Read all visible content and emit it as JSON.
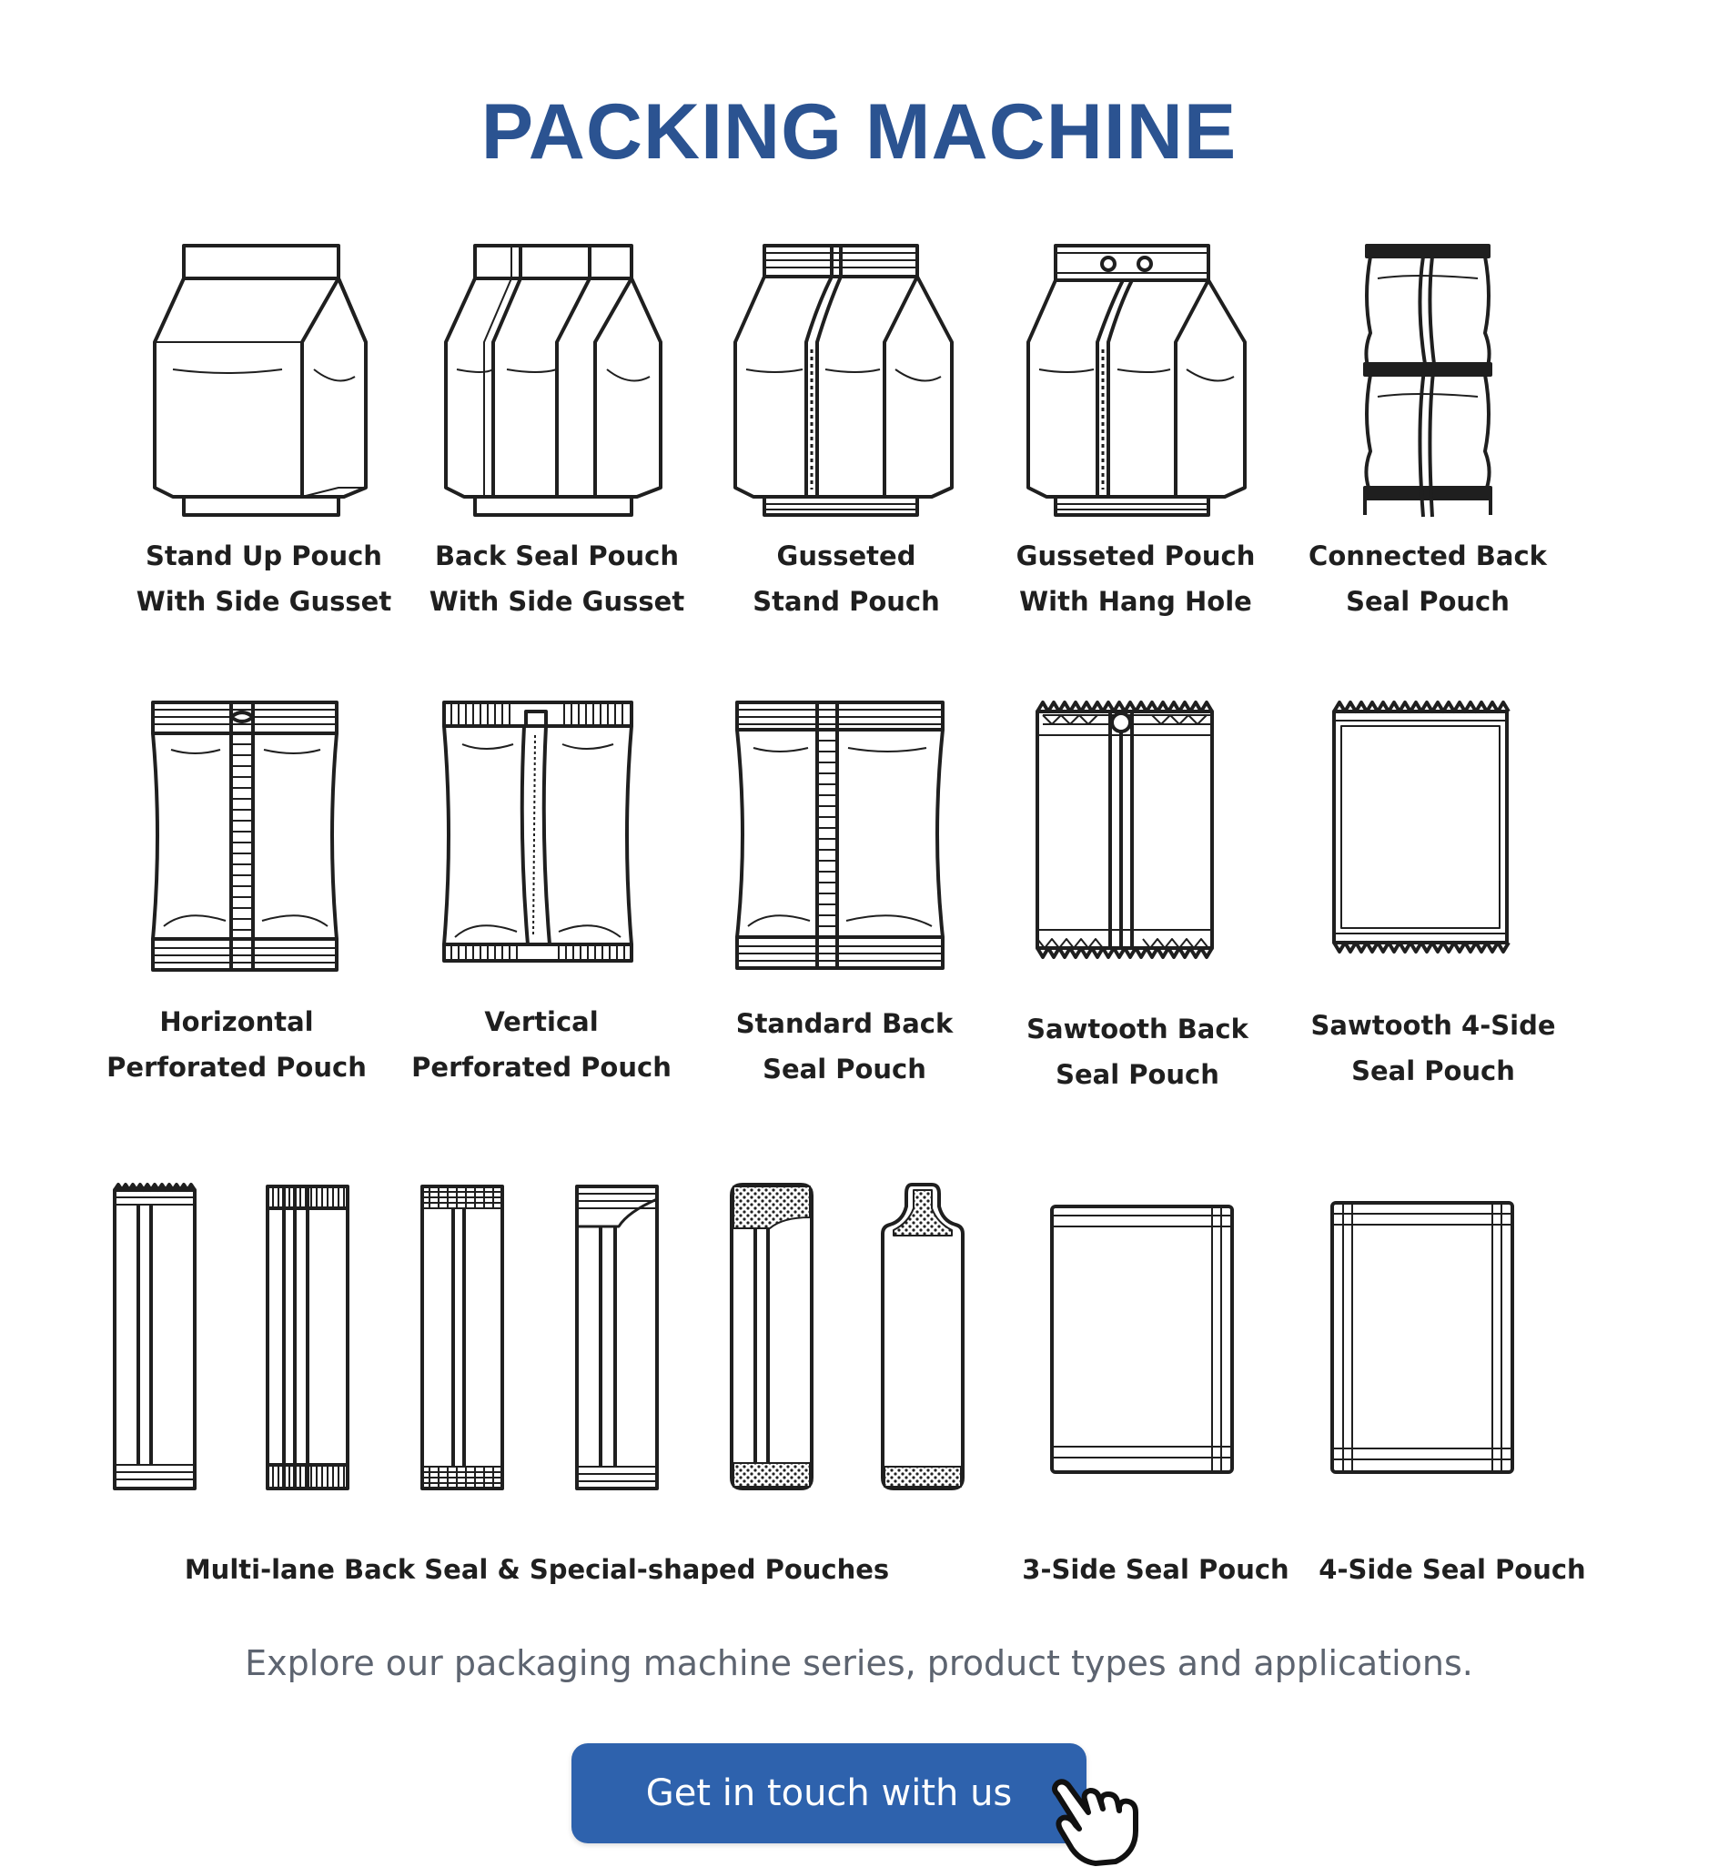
{
  "header": {
    "title": "PACKING MACHINE"
  },
  "row1": [
    {
      "line1": "Stand Up Pouch",
      "line2": "With Side Gusset",
      "icon": "stand-up-pouch-side-gusset-icon"
    },
    {
      "line1": "Back Seal Pouch",
      "line2": "With Side Gusset",
      "icon": "back-seal-pouch-side-gusset-icon"
    },
    {
      "line1": "Gusseted",
      "line2": "Stand Pouch",
      "icon": "gusseted-stand-pouch-icon"
    },
    {
      "line1": "Gusseted Pouch",
      "line2": "With Hang Hole",
      "icon": "gusseted-pouch-hang-hole-icon"
    },
    {
      "line1": "Connected Back",
      "line2": "Seal Pouch",
      "icon": "connected-back-seal-pouch-icon"
    }
  ],
  "row2": [
    {
      "line1": "Horizontal",
      "line2": "Perforated Pouch",
      "icon": "horizontal-perforated-pouch-icon"
    },
    {
      "line1": "Vertical",
      "line2": "Perforated Pouch",
      "icon": "vertical-perforated-pouch-icon"
    },
    {
      "line1": "Standard Back",
      "line2": "Seal Pouch",
      "icon": "standard-back-seal-pouch-icon"
    },
    {
      "line1": "Sawtooth Back",
      "line2": "Seal Pouch",
      "icon": "sawtooth-back-seal-pouch-icon"
    },
    {
      "line1": "Sawtooth 4-Side",
      "line2": "Seal Pouch",
      "icon": "sawtooth-4-side-seal-pouch-icon"
    }
  ],
  "row3": {
    "multilane_label": "Multi-lane Back Seal & Special-shaped Pouches",
    "three_side_label": "3-Side Seal Pouch",
    "four_side_label": "4-Side Seal Pouch"
  },
  "footer": {
    "tagline": "Explore our packaging machine series, product types and applications.",
    "cta_label": "Get in touch with us"
  },
  "colors": {
    "title": "#2b5391",
    "button": "#2e62ad",
    "tagline": "#5d6470",
    "line": "#1f1f1f"
  }
}
